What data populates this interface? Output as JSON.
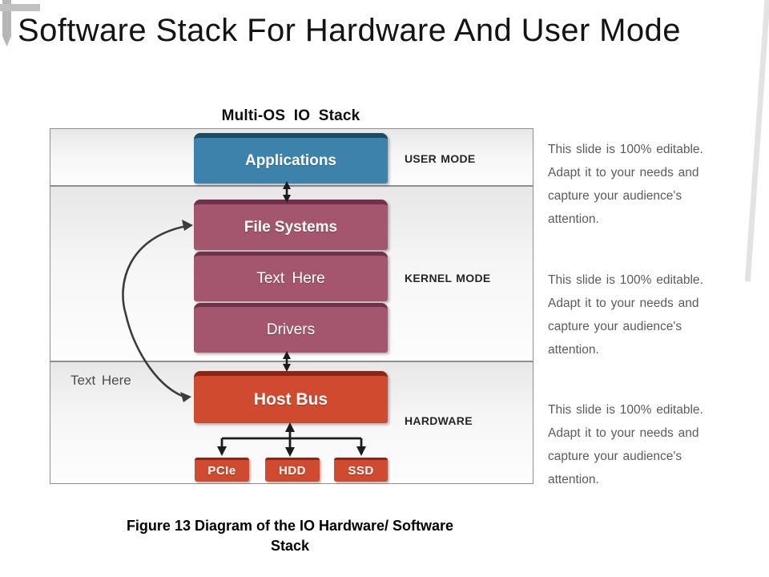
{
  "slide": {
    "title": "Software Stack For Hardware And User Mode",
    "caption_line1": "Figure 13 Diagram of the IO Hardware/ Software",
    "caption_line2": "Stack"
  },
  "diagram": {
    "heading": "Multi-OS IO Stack",
    "stack": {
      "applications": "Applications",
      "file_systems": "File Systems",
      "text_here_box": "Text Here",
      "drivers": "Drivers",
      "host_bus": "Host Bus",
      "devices": [
        "PCIe",
        "HDD",
        "SSD"
      ]
    },
    "mode_labels": {
      "user": "USER MODE",
      "kernel": "KERNEL MODE",
      "hardware": "HARDWARE"
    },
    "side_label": "Text Here"
  },
  "notes": {
    "text": "This slide is 100% editable. Adapt it to your needs and capture your audience's attention."
  },
  "colors": {
    "blue": "#3d82ab",
    "blue_dark": "#1c4c62",
    "maroon": "#a4566e",
    "maroon_dark": "#713148",
    "red": "#cf4a2f",
    "red_dark": "#8f2415",
    "arrow": "#1c1c1c",
    "curve_arrow": "#3c3c3c"
  }
}
